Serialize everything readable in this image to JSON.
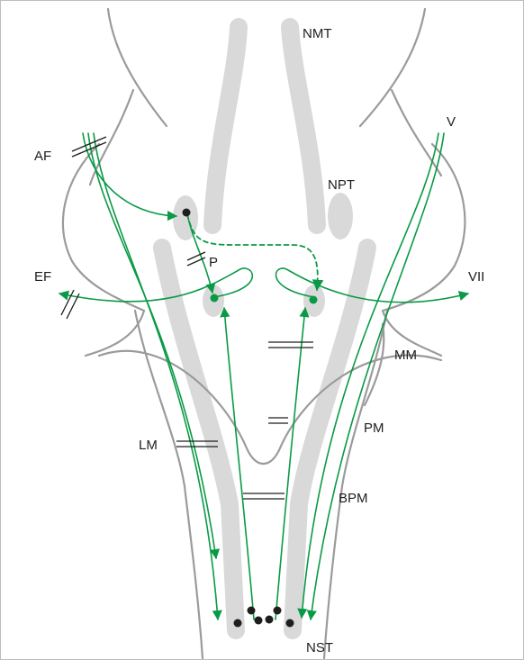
{
  "labels": {
    "nmt": "NMT",
    "npt": "NPT",
    "af": "AF",
    "v": "V",
    "p": "P",
    "ef": "EF",
    "vii": "VII",
    "mm": "MM",
    "pm": "PM",
    "lm": "LM",
    "bpm": "BPM",
    "nst": "NST"
  },
  "colors": {
    "pathway": "#0a9a46",
    "outline": "#9b9b9b",
    "tract": "#d9d9d9",
    "cell": "#1e1e1e"
  }
}
